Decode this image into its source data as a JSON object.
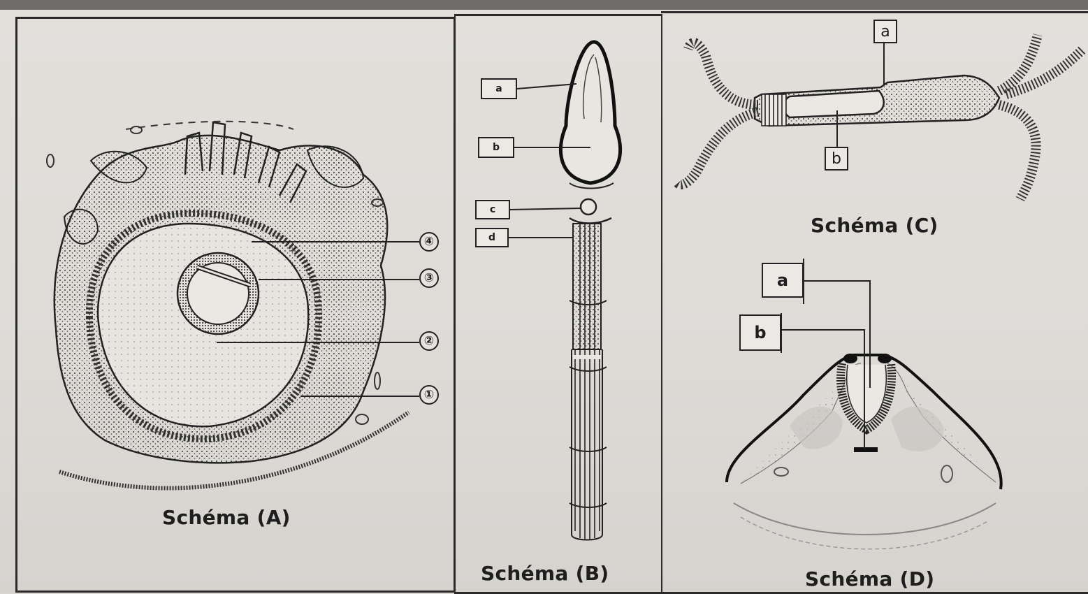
{
  "schema_a": {
    "caption": "Schéma (A)",
    "labels": [
      "④",
      "③",
      "②",
      "①"
    ]
  },
  "schema_b": {
    "caption": "Schéma (B)",
    "labels": [
      "a",
      "b",
      "c",
      "d"
    ]
  },
  "schema_c": {
    "caption": "Schéma (C)",
    "labels": [
      "a",
      "b"
    ]
  },
  "schema_d": {
    "caption": "Schéma (D)",
    "labels": [
      "a",
      "b"
    ]
  },
  "colors": {
    "ink": "#1e1e1e",
    "paper": "#e3e0dc",
    "stipple": "#3a3a3a"
  }
}
